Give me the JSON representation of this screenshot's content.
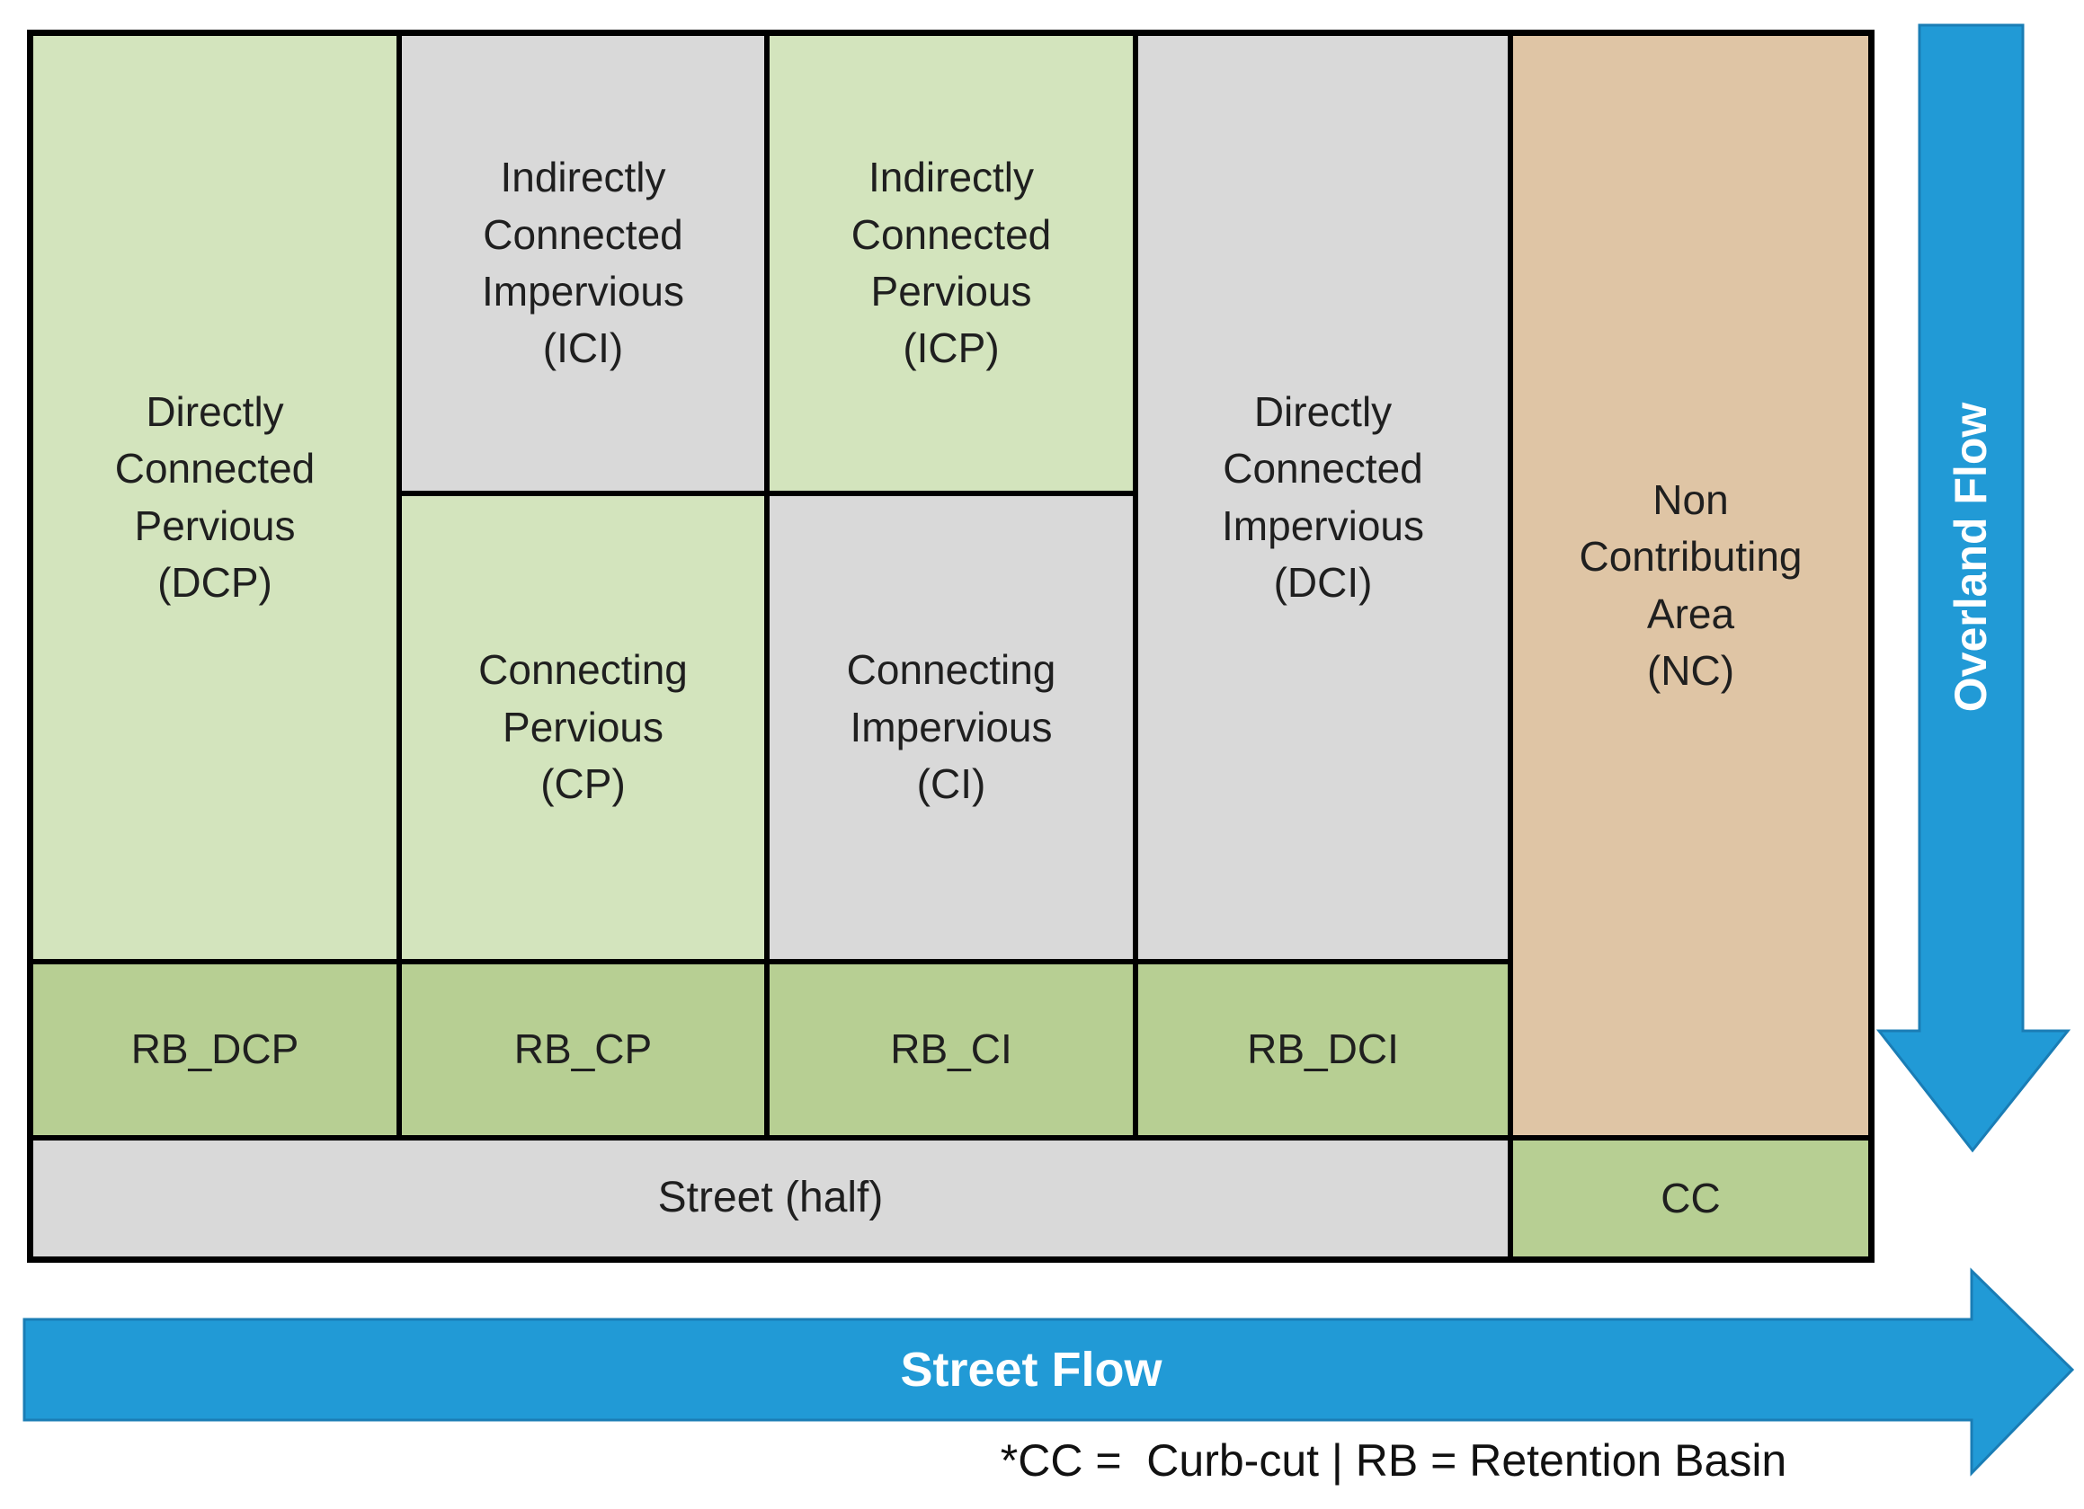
{
  "diagram": {
    "title_implied": "Parcel land-cover runoff routing schematic",
    "cells": {
      "dcp": {
        "label": "Directly\nConnected\nPervious\n(DCP)"
      },
      "ici": {
        "label": "Indirectly\nConnected\nImpervious\n(ICI)"
      },
      "icp": {
        "label": "Indirectly\nConnected\nPervious\n(ICP)"
      },
      "cp": {
        "label": "Connecting\nPervious\n(CP)"
      },
      "ci": {
        "label": "Connecting\nImpervious\n(CI)"
      },
      "dci": {
        "label": "Directly\nConnected\nImpervious\n(DCI)"
      },
      "nc": {
        "label": "Non\nContributing\nArea\n(NC)"
      },
      "rb_dcp": {
        "label": "RB_DCP"
      },
      "rb_cp": {
        "label": "RB_CP"
      },
      "rb_ci": {
        "label": "RB_CI"
      },
      "rb_dci": {
        "label": "RB_DCI"
      },
      "street": {
        "label": "Street (half)"
      },
      "cc": {
        "label": "CC"
      }
    },
    "arrows": {
      "overland": {
        "label": "Overland Flow",
        "direction": "down"
      },
      "street": {
        "label": "Street Flow",
        "direction": "right"
      }
    },
    "footnote": "*CC =  Curb-cut | RB = Retention Basin",
    "colors": {
      "pervious_green": "#d3e4bd",
      "retention_basin_green": "#b7cf93",
      "impervious_gray": "#d9d9d9",
      "non_contributing_tan": "#dfc5a5",
      "flow_arrow_blue": "#219ad6",
      "flow_arrow_border": "#1a7db5",
      "grid_line": "#000000",
      "text": "#1f1f1f"
    }
  }
}
